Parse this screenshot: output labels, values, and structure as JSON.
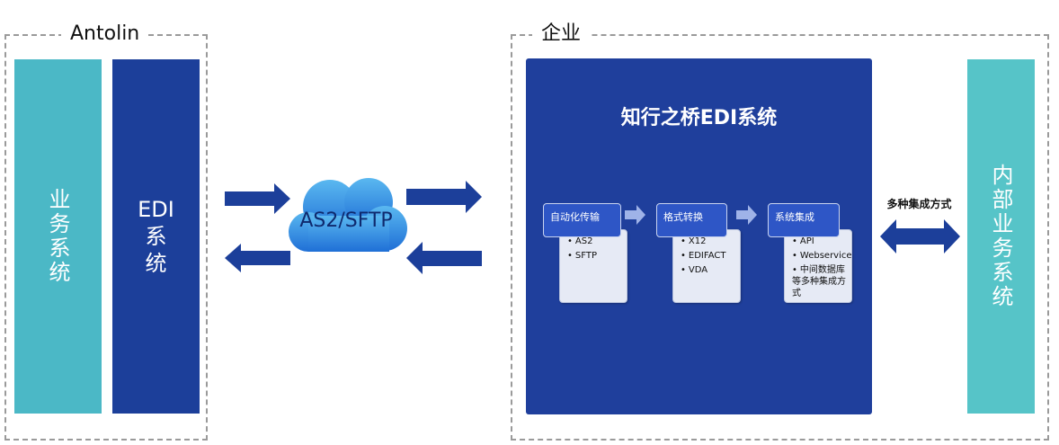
{
  "left_group": {
    "label": "Antolin",
    "business_system": "业务系统",
    "edi_system": [
      "EDI",
      "系",
      "统"
    ]
  },
  "right_group": {
    "label": "企业",
    "internal_system": "内部业务系统"
  },
  "transport": {
    "label": "AS2/SFTP"
  },
  "platform": {
    "title": "知行之桥EDI系统",
    "steps": [
      {
        "title": "自动化传输",
        "items": [
          "AS2",
          "SFTP"
        ]
      },
      {
        "title": "格式转换",
        "items": [
          "X12",
          "EDIFACT",
          "VDA"
        ]
      },
      {
        "title": "系统集成",
        "items": [
          "API",
          "Webservice",
          "中间数据库等多种集成方式"
        ]
      }
    ]
  },
  "integration_label": "多种集成方式",
  "colors": {
    "teal": "#4bb8c6",
    "navy": "#1c3f9a",
    "panel": "#1f3f9c",
    "step_head": "#2e56c6",
    "step_box": "#e6eaf5",
    "cloud": "#2d8fe0"
  }
}
